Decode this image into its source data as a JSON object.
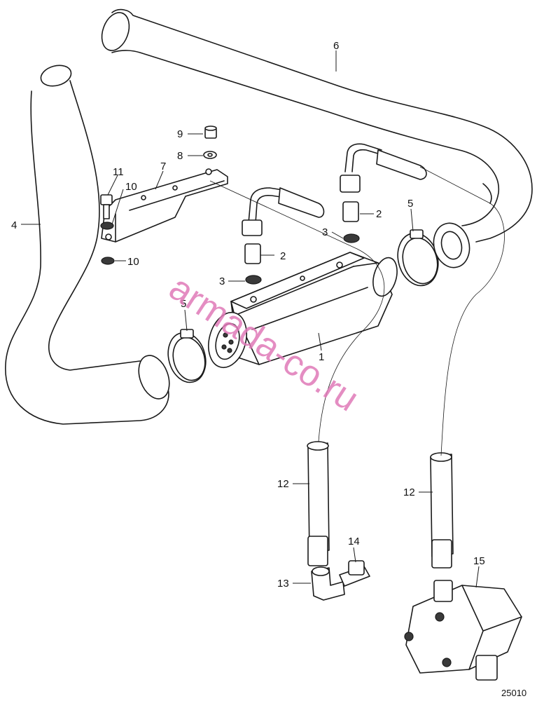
{
  "diagram": {
    "callouts": [
      {
        "id": "c1",
        "label": "1"
      },
      {
        "id": "c2a",
        "label": "2"
      },
      {
        "id": "c2b",
        "label": "2"
      },
      {
        "id": "c3a",
        "label": "3"
      },
      {
        "id": "c3b",
        "label": "3"
      },
      {
        "id": "c4",
        "label": "4"
      },
      {
        "id": "c5a",
        "label": "5"
      },
      {
        "id": "c5b",
        "label": "5"
      },
      {
        "id": "c6",
        "label": "6"
      },
      {
        "id": "c7",
        "label": "7"
      },
      {
        "id": "c8",
        "label": "8"
      },
      {
        "id": "c9",
        "label": "9"
      },
      {
        "id": "c10a",
        "label": "10"
      },
      {
        "id": "c10b",
        "label": "10"
      },
      {
        "id": "c11",
        "label": "11"
      },
      {
        "id": "c12a",
        "label": "12"
      },
      {
        "id": "c12b",
        "label": "12"
      },
      {
        "id": "c13",
        "label": "13"
      },
      {
        "id": "c14",
        "label": "14"
      },
      {
        "id": "c15",
        "label": "15"
      }
    ],
    "watermark": "armada-co.ru",
    "drawing_number": "25010"
  }
}
